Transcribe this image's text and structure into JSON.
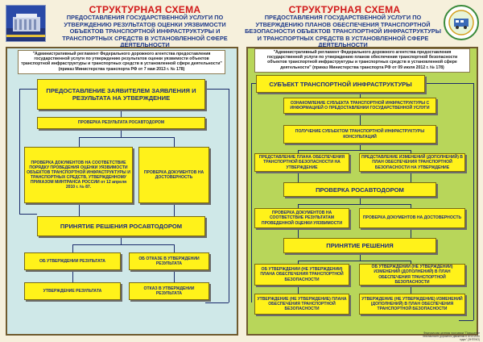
{
  "left": {
    "title": "СТРУКТУРНАЯ СХЕМА",
    "subtitle": "ПРЕДОСТАВЛЕНИЯ ГОСУДАРСТВЕННОЙ УСЛУГИ ПО УТВЕРЖДЕНИЮ РЕЗУЛЬТАТОВ ОЦЕНКИ УЯЗВИМОСТИ ОБЪЕКТОВ ТРАНСПОРТНОЙ ИНФРАСТРУКТУРЫ И ТРАНСПОРТНЫХ СРЕДСТВ В УСТАНОВЛЕННОЙ СФЕРЕ ДЕЯТЕЛЬНОСТИ",
    "regulation": "\"Административный регламент Федерального дорожного агентства предоставления государственной услуги по утверждению результатов оценки уязвимости объектов транспортной инфраструктуры и транспортных средств в установленной сфере деятельности\" (приказ Министерства транспорта РФ от 7 мая 2013 г. № 178)",
    "boxes": {
      "b1": "ПРЕДОСТАВЛЕНИЕ ЗАЯВИТЕЛЕМ ЗАЯВЛЕНИЯ И РЕЗУЛЬТАТА НА УТВЕРЖДЕНИЕ",
      "b2": "ПРОВЕРКА РЕЗУЛЬТАТА РОСАВТОДОРОМ",
      "b3": "ПРОВЕРКА ДОКУМЕНТОВ НА СООТВЕТСТВИЕ ПОРЯДКУ ПРОВЕДЕНИЯ ОЦЕНКИ УЯЗВИМОСТИ ОБЪЕКТОВ ТРАНСПОРТНОЙ ИНФРАСТРУКТУРЫ И ТРАНСПОРТНЫХ СРЕДСТВ, УТВЕРЖДЕННОМУ ПРИКАЗОМ МИНТРАНСА РОССИИ от 12 апреля 2010 г. № 87.",
      "b4": "ПРОВЕРКА ДОКУМЕНТОВ НА ДОСТОВЕРНОСТЬ",
      "b5": "ПРИНЯТИЕ РЕШЕНИЯ РОСАВТОДОРОМ",
      "b6": "ОБ УТВЕРЖДЕНИИ РЕЗУЛЬТАТА",
      "b7": "ОБ ОТКАЗЕ В УТВЕРЖДЕНИИ РЕЗУЛЬТАТА",
      "b8": "УТВЕРЖДЕНИЕ РЕЗУЛЬТАТА",
      "b9": "ОТКАЗ В УТВЕРЖДЕНИИ РЕЗУЛЬТАТА"
    }
  },
  "right": {
    "title": "СТРУКТУРНАЯ СХЕМА",
    "subtitle": "ПРЕДОСТАВЛЕНИЯ ГОСУДАРСТВЕННОЙ УСЛУГИ ПО УТВЕРЖДЕНИЮ ПЛАНОВ ОБЕСПЕЧЕНИЯ ТРАНСПОРТНОЙ БЕЗОПАСНОСТИ ОБЪЕКТОВ ТРАНСПОРТНОЙ ИНФРАСТРУКТУРЫ И ТРАНСПОРТНЫХ СРЕДСТВ В УСТАНОВЛЕННОЙ СФЕРЕ ДЕЯТЕЛЬНОСТИ",
    "regulation": "\"Административный регламент Федерального дорожного агентства предоставления государственной услуги по утверждению планов обеспечения транспортной безопасности объектов транспортной инфраструктуры и транспортных средств в установленной сфере деятельности\" (приказ Министерства транспорта РФ от 09 июля 2012 г. № 178)",
    "boxes": {
      "r1": "СУБЪЕКТ ТРАНСПОРТНОЙ ИНФРАСТРУКТУРЫ",
      "r2": "ОЗНАКОМЛЕНИЕ СУБЪЕКТА ТРАНСПОРТНОЙ ИНФРАСТРУКТУРЫ С ИНФОРМАЦИЕЙ О ПРЕДОСТАВЛЕНИИ ГОСУДАРСТВЕННОЙ УСЛУГИ",
      "r3": "ПОЛУЧЕНИЕ СУБЪЕКТОМ ТРАНСПОРТНОЙ ИНФРАСТРУКТУРЫ КОНСУЛЬТАЦИЙ",
      "r4": "ПРЕДСТАВЛЕНИЕ ПЛАНА ОБЕСПЕЧЕНИЯ ТРАНСПОРТНОЙ БЕЗОПАСНОСТИ НА УТВЕРЖДЕНИЕ",
      "r5": "ПРЕДСТАВЛЕНИЕ ИЗМЕНЕНИЙ (ДОПОЛНЕНИЙ) В ПЛАН ОБЕСПЕЧЕНИЯ ТРАНСПОРТНОЙ БЕЗОПАСНОСТИ НА УТВЕРЖДЕНИЕ",
      "r6": "ПРОВЕРКА РОСАВТОДОРОМ",
      "r7": "ПРОВЕРКА ДОКУМЕНТОВ НА СООТВЕТСТВИЕ РЕЗУЛЬТАТАМ ПРОВЕДЕННОЙ ОЦЕНКИ УЯЗВИМОСТИ",
      "r8": "ПРОВЕРКА ДОКУМЕНТОВ НА ДОСТОВЕРНОСТЬ",
      "r9": "ПРИНЯТИЕ РЕШЕНИЯ",
      "r10": "ОБ УТВЕРЖДЕНИИ (НЕ УТВЕРЖДЕНИИ) ПЛАНА ОБЕСПЕЧЕНИЯ ТРАНСПОРТНОЙ БЕЗОПАСНОСТИ",
      "r11": "ОБ УТВЕРЖДЕНИИ (НЕ УТВЕРЖДЕНИИ) ИЗМЕНЕНИЙ (ДОПОЛНЕНИЙ) В ПЛАН ОБЕСПЕЧЕНИЯ ТРАНСПОРТНОЙ БЕЗОПАСНОСТИ",
      "r12": "УТВЕРЖДЕНИЕ (НЕ УТВЕРЖДЕНИЕ) ПЛАНА ОБЕСПЕЧЕНИЯ ТРАНСПОРТНОЙ БЕЗОПАСНОСТИ",
      "r13": "УТВЕРЖДЕНИЕ (НЕ УТВЕРЖДЕНИЕ) ИЗМЕНЕНИЙ (ДОПОЛНЕНИЙ) В ПЛАН ОБЕСПЕЧЕНИЯ ТРАНСПОРТНОЙ БЕЗОПАСНОСТИ"
    }
  },
  "footer": "Федеральная целевая программа \"Повышение безопасности дорожного движения в 2013-2020 годах\" (ЭНТЕКО)",
  "colors": {
    "box": "#fff21a",
    "left_panel": "#cfe8e8",
    "right_panel": "#b8d65a",
    "title": "#d11a1a",
    "subtitle": "#1f3a8a"
  }
}
